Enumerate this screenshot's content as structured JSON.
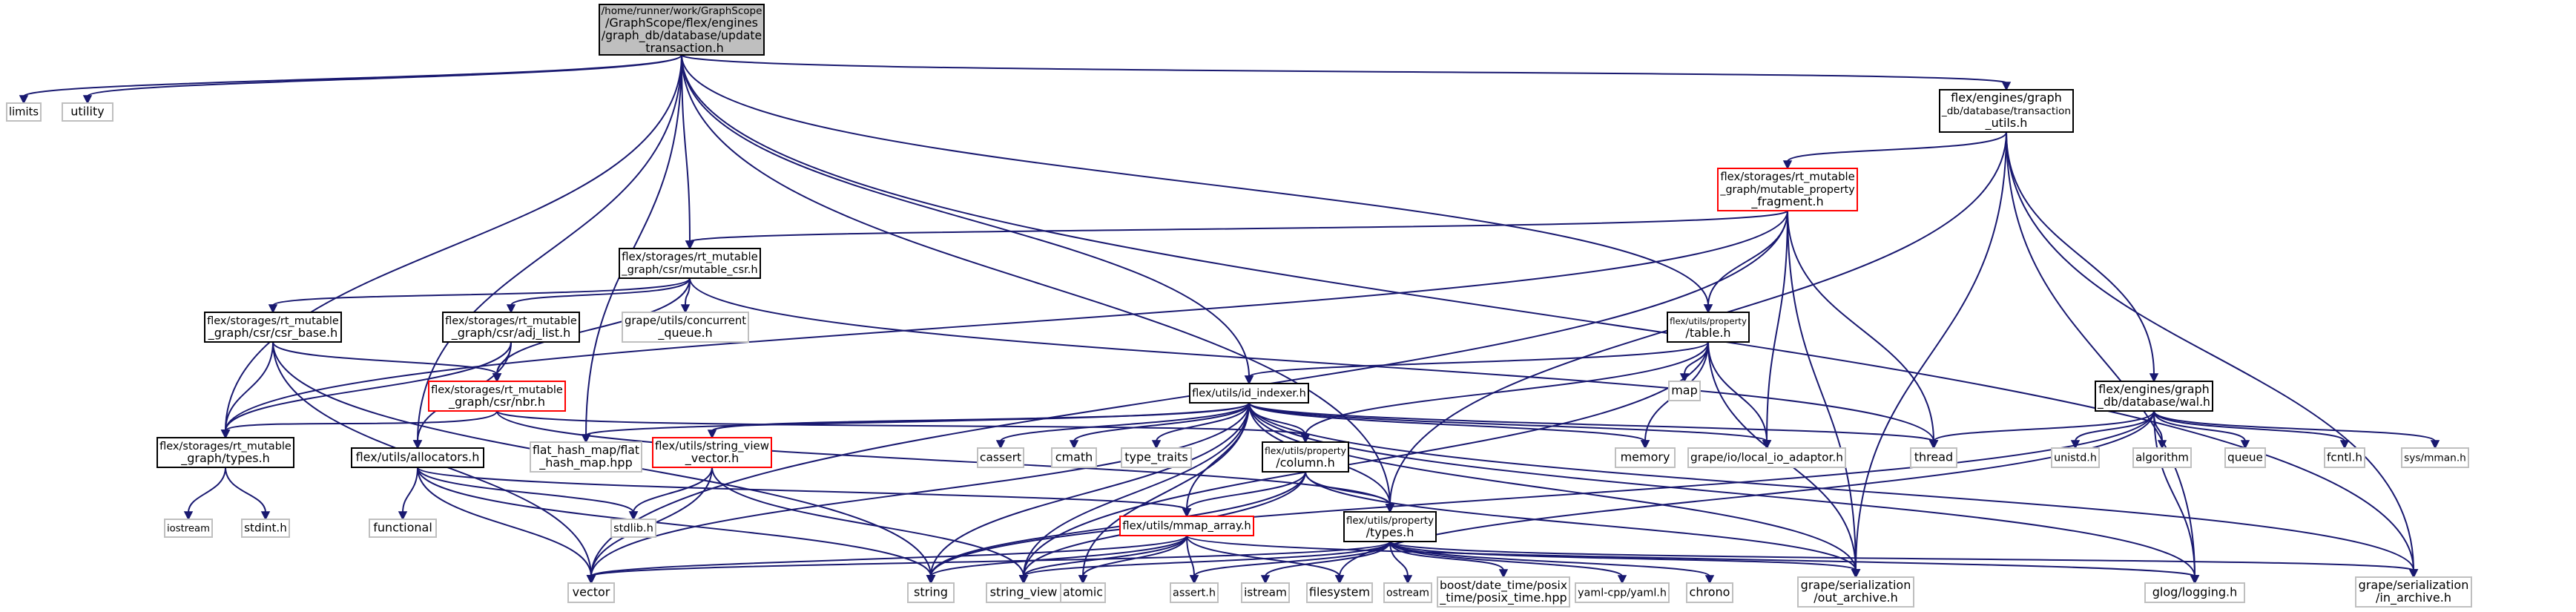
{
  "colors": {
    "edge": "#191970",
    "border_normal": "#000000",
    "border_highlight": "#ff0000",
    "border_external": "#bfbfbf",
    "root_fill": "#bfbfbf",
    "node_fill": "#ffffff"
  },
  "nodes": [
    {
      "id": "root",
      "kind": "root",
      "lines": [
        "/home/runner/work/GraphScope",
        "/GraphScope/flex/engines",
        "/graph_db/database/update",
        "_transaction.h"
      ]
    },
    {
      "id": "limits",
      "kind": "external",
      "lines": [
        "limits"
      ]
    },
    {
      "id": "utility",
      "kind": "external",
      "lines": [
        "utility"
      ]
    },
    {
      "id": "transaction_utils",
      "kind": "normal",
      "lines": [
        "flex/engines/graph",
        "_db/database/transaction",
        "_utils.h"
      ]
    },
    {
      "id": "mutable_property_fragment",
      "kind": "highlight",
      "lines": [
        "flex/storages/rt_mutable",
        "_graph/mutable_property",
        "_fragment.h"
      ]
    },
    {
      "id": "mutable_csr",
      "kind": "normal",
      "lines": [
        "flex/storages/rt_mutable",
        "_graph/csr/mutable_csr.h"
      ]
    },
    {
      "id": "concurrent_queue",
      "kind": "external",
      "lines": [
        "grape/utils/concurrent",
        "_queue.h"
      ]
    },
    {
      "id": "csr_base",
      "kind": "normal",
      "lines": [
        "flex/storages/rt_mutable",
        "_graph/csr/csr_base.h"
      ]
    },
    {
      "id": "adj_list",
      "kind": "normal",
      "lines": [
        "flex/storages/rt_mutable",
        "_graph/csr/adj_list.h"
      ]
    },
    {
      "id": "nbr",
      "kind": "highlight",
      "lines": [
        "flex/storages/rt_mutable",
        "_graph/csr/nbr.h"
      ]
    },
    {
      "id": "table",
      "kind": "normal",
      "lines": [
        "flex/utils/property",
        "/table.h"
      ]
    },
    {
      "id": "map",
      "kind": "external",
      "lines": [
        "map"
      ]
    },
    {
      "id": "wal",
      "kind": "normal",
      "lines": [
        "flex/engines/graph",
        "_db/database/wal.h"
      ]
    },
    {
      "id": "id_indexer",
      "kind": "normal",
      "lines": [
        "flex/utils/id_indexer.h"
      ]
    },
    {
      "id": "rt_types",
      "kind": "normal",
      "lines": [
        "flex/storages/rt_mutable",
        "_graph/types.h"
      ]
    },
    {
      "id": "iostream",
      "kind": "external",
      "lines": [
        "iostream"
      ]
    },
    {
      "id": "stdint",
      "kind": "external",
      "lines": [
        "stdint.h"
      ]
    },
    {
      "id": "allocators",
      "kind": "normal",
      "lines": [
        "flex/utils/allocators.h"
      ]
    },
    {
      "id": "functional",
      "kind": "external",
      "lines": [
        "functional"
      ]
    },
    {
      "id": "flat_hash_map",
      "kind": "external",
      "lines": [
        "flat_hash_map/flat",
        "_hash_map.hpp"
      ]
    },
    {
      "id": "string_view_vector",
      "kind": "highlight",
      "lines": [
        "flex/utils/string_view",
        "_vector.h"
      ]
    },
    {
      "id": "stdlib",
      "kind": "external",
      "lines": [
        "stdlib.h"
      ]
    },
    {
      "id": "cassert",
      "kind": "external",
      "lines": [
        "cassert"
      ]
    },
    {
      "id": "cmath",
      "kind": "external",
      "lines": [
        "cmath"
      ]
    },
    {
      "id": "type_traits",
      "kind": "external",
      "lines": [
        "type_traits"
      ]
    },
    {
      "id": "column",
      "kind": "normal",
      "lines": [
        "flex/utils/property",
        "/column.h"
      ]
    },
    {
      "id": "memory",
      "kind": "external",
      "lines": [
        "memory"
      ]
    },
    {
      "id": "local_io_adaptor",
      "kind": "external",
      "lines": [
        "grape/io/local_io_adaptor.h"
      ]
    },
    {
      "id": "thread",
      "kind": "external",
      "lines": [
        "thread"
      ]
    },
    {
      "id": "unistd",
      "kind": "external",
      "lines": [
        "unistd.h"
      ]
    },
    {
      "id": "algorithm",
      "kind": "external",
      "lines": [
        "algorithm"
      ]
    },
    {
      "id": "queue",
      "kind": "external",
      "lines": [
        "queue"
      ]
    },
    {
      "id": "fcntl",
      "kind": "external",
      "lines": [
        "fcntl.h"
      ]
    },
    {
      "id": "sys_mman",
      "kind": "external",
      "lines": [
        "sys/mman.h"
      ]
    },
    {
      "id": "mmap_array",
      "kind": "highlight",
      "lines": [
        "flex/utils/mmap_array.h"
      ]
    },
    {
      "id": "prop_types",
      "kind": "normal",
      "lines": [
        "flex/utils/property",
        "/types.h"
      ]
    },
    {
      "id": "vector",
      "kind": "external",
      "lines": [
        "vector"
      ]
    },
    {
      "id": "string",
      "kind": "external",
      "lines": [
        "string"
      ]
    },
    {
      "id": "string_view",
      "kind": "external",
      "lines": [
        "string_view"
      ]
    },
    {
      "id": "atomic",
      "kind": "external",
      "lines": [
        "atomic"
      ]
    },
    {
      "id": "assert",
      "kind": "external",
      "lines": [
        "assert.h"
      ]
    },
    {
      "id": "istream",
      "kind": "external",
      "lines": [
        "istream"
      ]
    },
    {
      "id": "filesystem",
      "kind": "external",
      "lines": [
        "filesystem"
      ]
    },
    {
      "id": "ostream",
      "kind": "external",
      "lines": [
        "ostream"
      ]
    },
    {
      "id": "posix_time",
      "kind": "external",
      "lines": [
        "boost/date_time/posix",
        "_time/posix_time.hpp"
      ]
    },
    {
      "id": "yaml",
      "kind": "external",
      "lines": [
        "yaml-cpp/yaml.h"
      ]
    },
    {
      "id": "chrono",
      "kind": "external",
      "lines": [
        "chrono"
      ]
    },
    {
      "id": "out_archive",
      "kind": "external",
      "lines": [
        "grape/serialization",
        "/out_archive.h"
      ]
    },
    {
      "id": "glog",
      "kind": "external",
      "lines": [
        "glog/logging.h"
      ]
    },
    {
      "id": "in_archive",
      "kind": "external",
      "lines": [
        "grape/serialization",
        "/in_archive.h"
      ]
    }
  ],
  "edges": [
    [
      "root",
      "limits"
    ],
    [
      "root",
      "utility"
    ],
    [
      "root",
      "transaction_utils"
    ],
    [
      "root",
      "mutable_csr"
    ],
    [
      "root",
      "table"
    ],
    [
      "root",
      "id_indexer"
    ],
    [
      "root",
      "rt_types"
    ],
    [
      "root",
      "allocators"
    ],
    [
      "root",
      "flat_hash_map"
    ],
    [
      "root",
      "prop_types"
    ],
    [
      "root",
      "in_archive"
    ],
    [
      "transaction_utils",
      "mutable_property_fragment"
    ],
    [
      "transaction_utils",
      "wal"
    ],
    [
      "transaction_utils",
      "prop_types"
    ],
    [
      "transaction_utils",
      "out_archive"
    ],
    [
      "transaction_utils",
      "glog"
    ],
    [
      "transaction_utils",
      "in_archive"
    ],
    [
      "mutable_property_fragment",
      "mutable_csr"
    ],
    [
      "mutable_property_fragment",
      "table"
    ],
    [
      "mutable_property_fragment",
      "rt_types"
    ],
    [
      "mutable_property_fragment",
      "vector"
    ],
    [
      "mutable_property_fragment",
      "thread"
    ],
    [
      "mutable_property_fragment",
      "local_io_adaptor"
    ],
    [
      "mutable_property_fragment",
      "out_archive"
    ],
    [
      "mutable_csr",
      "csr_base"
    ],
    [
      "mutable_csr",
      "adj_list"
    ],
    [
      "mutable_csr",
      "nbr"
    ],
    [
      "mutable_csr",
      "concurrent_queue"
    ],
    [
      "mutable_csr",
      "thread"
    ],
    [
      "csr_base",
      "nbr"
    ],
    [
      "csr_base",
      "rt_types"
    ],
    [
      "csr_base",
      "vector"
    ],
    [
      "csr_base",
      "string"
    ],
    [
      "adj_list",
      "nbr"
    ],
    [
      "adj_list",
      "rt_types"
    ],
    [
      "adj_list",
      "allocators"
    ],
    [
      "nbr",
      "rt_types"
    ],
    [
      "nbr",
      "prop_types"
    ],
    [
      "nbr",
      "column"
    ],
    [
      "table",
      "id_indexer"
    ],
    [
      "table",
      "column"
    ],
    [
      "table",
      "map"
    ],
    [
      "table",
      "memory"
    ],
    [
      "table",
      "local_io_adaptor"
    ],
    [
      "table",
      "out_archive"
    ],
    [
      "table",
      "string_view"
    ],
    [
      "id_indexer",
      "cassert"
    ],
    [
      "id_indexer",
      "cmath"
    ],
    [
      "id_indexer",
      "type_traits"
    ],
    [
      "id_indexer",
      "column"
    ],
    [
      "id_indexer",
      "memory"
    ],
    [
      "id_indexer",
      "local_io_adaptor"
    ],
    [
      "id_indexer",
      "thread"
    ],
    [
      "id_indexer",
      "flat_hash_map"
    ],
    [
      "id_indexer",
      "string_view_vector"
    ],
    [
      "id_indexer",
      "mmap_array"
    ],
    [
      "id_indexer",
      "prop_types"
    ],
    [
      "id_indexer",
      "vector"
    ],
    [
      "id_indexer",
      "string"
    ],
    [
      "id_indexer",
      "string_view"
    ],
    [
      "id_indexer",
      "atomic"
    ],
    [
      "id_indexer",
      "glog"
    ],
    [
      "id_indexer",
      "in_archive"
    ],
    [
      "id_indexer",
      "out_archive"
    ],
    [
      "rt_types",
      "iostream"
    ],
    [
      "rt_types",
      "stdint"
    ],
    [
      "allocators",
      "functional"
    ],
    [
      "allocators",
      "stdlib"
    ],
    [
      "allocators",
      "mmap_array"
    ],
    [
      "allocators",
      "vector"
    ],
    [
      "allocators",
      "string"
    ],
    [
      "string_view_vector",
      "stdlib"
    ],
    [
      "string_view_vector",
      "vector"
    ],
    [
      "string_view_vector",
      "string_view"
    ],
    [
      "column",
      "mmap_array"
    ],
    [
      "column",
      "prop_types"
    ],
    [
      "column",
      "string"
    ],
    [
      "column",
      "string_view"
    ],
    [
      "column",
      "out_archive"
    ],
    [
      "wal",
      "thread"
    ],
    [
      "wal",
      "unistd"
    ],
    [
      "wal",
      "algorithm"
    ],
    [
      "wal",
      "queue"
    ],
    [
      "wal",
      "fcntl"
    ],
    [
      "wal",
      "sys_mman"
    ],
    [
      "wal",
      "glog"
    ],
    [
      "wal",
      "filesystem"
    ],
    [
      "wal",
      "string"
    ],
    [
      "mmap_array",
      "vector"
    ],
    [
      "mmap_array",
      "string"
    ],
    [
      "mmap_array",
      "string_view"
    ],
    [
      "mmap_array",
      "atomic"
    ],
    [
      "mmap_array",
      "assert"
    ],
    [
      "mmap_array",
      "filesystem"
    ],
    [
      "mmap_array",
      "glog"
    ],
    [
      "prop_types",
      "assert"
    ],
    [
      "prop_types",
      "istream"
    ],
    [
      "prop_types",
      "ostream"
    ],
    [
      "prop_types",
      "posix_time"
    ],
    [
      "prop_types",
      "yaml"
    ],
    [
      "prop_types",
      "chrono"
    ],
    [
      "prop_types",
      "out_archive"
    ],
    [
      "prop_types",
      "in_archive"
    ],
    [
      "prop_types",
      "string_view"
    ],
    [
      "prop_types",
      "vector"
    ]
  ]
}
